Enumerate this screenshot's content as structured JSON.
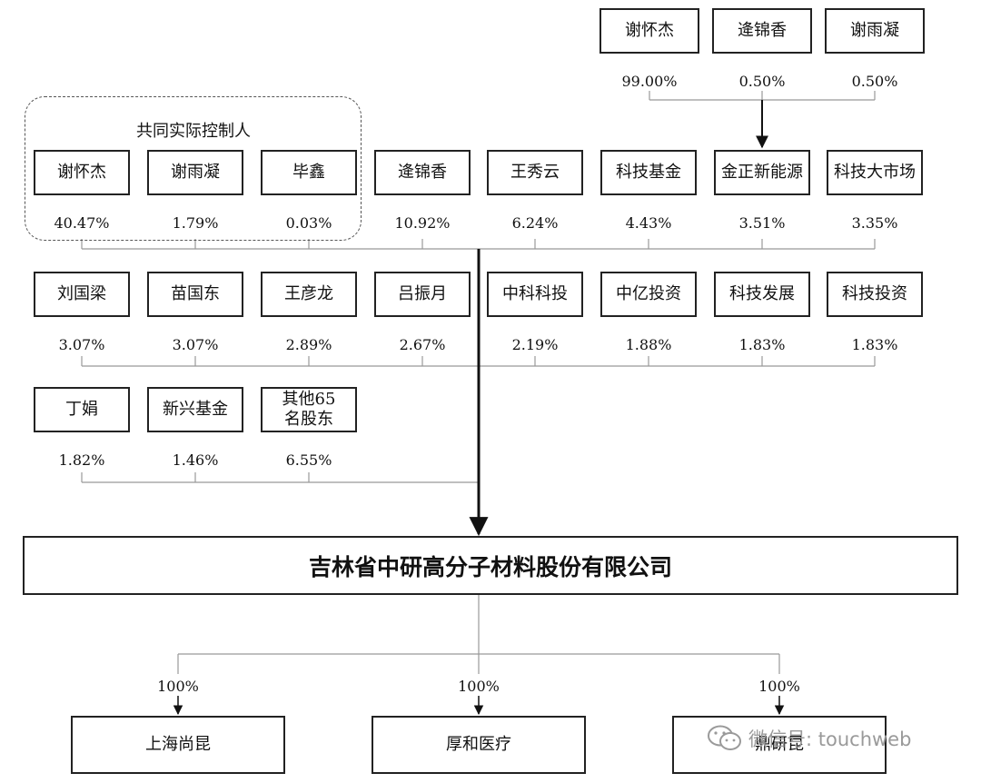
{
  "diagram": {
    "group_label": "共同实际控制人",
    "top_owners": [
      {
        "name": "谢怀杰",
        "pct": "99.00%"
      },
      {
        "name": "逄锦香",
        "pct": "0.50%"
      },
      {
        "name": "谢雨凝",
        "pct": "0.50%"
      }
    ],
    "row1": [
      {
        "name": "谢怀杰",
        "pct": "40.47%"
      },
      {
        "name": "谢雨凝",
        "pct": "1.79%"
      },
      {
        "name": "毕鑫",
        "pct": "0.03%"
      },
      {
        "name": "逄锦香",
        "pct": "10.92%"
      },
      {
        "name": "王秀云",
        "pct": "6.24%"
      },
      {
        "name": "科技基金",
        "pct": "4.43%"
      },
      {
        "name": "金正新能源",
        "pct": "3.51%"
      },
      {
        "name": "科技大市场",
        "pct": "3.35%"
      }
    ],
    "row2": [
      {
        "name": "刘国梁",
        "pct": "3.07%"
      },
      {
        "name": "苗国东",
        "pct": "3.07%"
      },
      {
        "name": "王彦龙",
        "pct": "2.89%"
      },
      {
        "name": "吕振月",
        "pct": "2.67%"
      },
      {
        "name": "中科科投",
        "pct": "2.19%"
      },
      {
        "name": "中亿投资",
        "pct": "1.88%"
      },
      {
        "name": "科技发展",
        "pct": "1.83%"
      },
      {
        "name": "科技投资",
        "pct": "1.83%"
      }
    ],
    "row3": [
      {
        "name": "丁娟",
        "pct": "1.82%"
      },
      {
        "name": "新兴基金",
        "pct": "1.46%"
      },
      {
        "name": "其他65名股东",
        "pct": "6.55%"
      }
    ],
    "company": "吉林省中研高分子材料股份有限公司",
    "subsidiaries": [
      {
        "name": "上海尚昆",
        "pct": "100%"
      },
      {
        "name": "厚和医疗",
        "pct": "100%"
      },
      {
        "name": "鼎研昆",
        "pct": "100%"
      }
    ]
  },
  "watermark": {
    "text": "微信号: touchweb",
    "icon": "wechat-icon"
  },
  "colors": {
    "line": "#999999",
    "border": "#222222",
    "arrow": "#111111",
    "watermark": "#9a9a9a"
  }
}
